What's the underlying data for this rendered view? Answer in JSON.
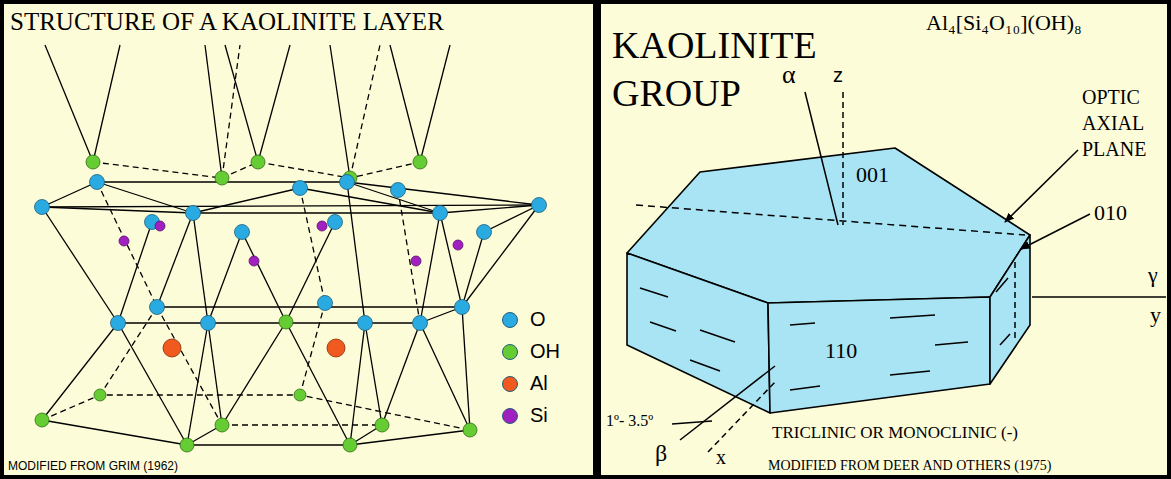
{
  "diagram": {
    "labels": [
      "STRUCTURE OF A KAOLINITE LAYER",
      "MODIFIED FROM GRIM (1962)",
      "KAOLINITE GROUP",
      "Al₄[Si₄O₁₀](OH)₈",
      "α",
      "z",
      "OPTIC AXIAL PLANE",
      "001",
      "010",
      "γ",
      "y",
      "110",
      "1º- 3.5º",
      "β",
      "x",
      "TRICLINIC OR MONOCLINIC (-)",
      "MODIFIED FROM DEER AND OTHERS (1975)"
    ],
    "legend": [
      {
        "text": "O",
        "color": "#29abe2"
      },
      {
        "text": "OH",
        "color": "#66cc33"
      },
      {
        "text": "Al",
        "color": "#f05a1e"
      },
      {
        "text": "Si",
        "color": "#a020c0"
      }
    ]
  }
}
